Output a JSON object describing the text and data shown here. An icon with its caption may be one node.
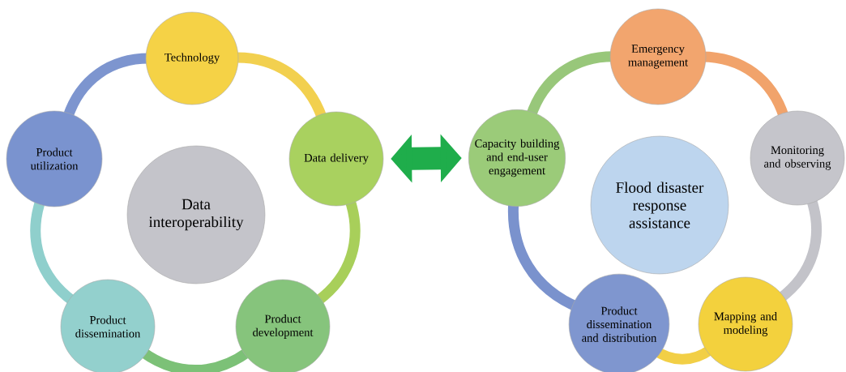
{
  "diagram": {
    "nodes": [
      {
        "text": [
          "Data interoperability"
        ]
      },
      {
        "text": [
          "Technology"
        ]
      },
      {
        "text": [
          "Data delivery"
        ]
      },
      {
        "text": [
          "Product development"
        ]
      },
      {
        "text": [
          "Product dissemination"
        ]
      },
      {
        "text": [
          "Product utilization"
        ]
      },
      {
        "text": [
          "Flood disaster response assistance"
        ]
      },
      {
        "text": [
          "Emergency management"
        ]
      },
      {
        "text": [
          "Monitoring and observing"
        ]
      },
      {
        "text": [
          "Mapping and modeling"
        ]
      },
      {
        "text": [
          "Product dissemination and distribution"
        ]
      },
      {
        "text": [
          "Capacity building and end-user engagement"
        ]
      }
    ],
    "edges": [
      {
        "from": 1,
        "to": 2,
        "arrow": "none",
        "color": "#f2d04f"
      },
      {
        "from": 2,
        "to": 3,
        "arrow": "none",
        "color": "#a8cf5a"
      },
      {
        "from": 3,
        "to": 4,
        "arrow": "none",
        "color": "#7cc177"
      },
      {
        "from": 4,
        "to": 5,
        "arrow": "none",
        "color": "#8fcfcc"
      },
      {
        "from": 5,
        "to": 1,
        "arrow": "none",
        "color": "#7d95cf"
      },
      {
        "from": 7,
        "to": 8,
        "arrow": "none",
        "color": "#f1a36b"
      },
      {
        "from": 8,
        "to": 9,
        "arrow": "none",
        "color": "#c3c3c9"
      },
      {
        "from": 9,
        "to": 10,
        "arrow": "none",
        "color": "#f2cf46"
      },
      {
        "from": 10,
        "to": 11,
        "arrow": "none",
        "color": "#7a92cd"
      },
      {
        "from": 11,
        "to": 7,
        "arrow": "none",
        "color": "#98c77a"
      },
      {
        "from": 2,
        "to": 11,
        "arrow": "both",
        "style": "thick",
        "color": "#1fad4b"
      }
    ]
  }
}
